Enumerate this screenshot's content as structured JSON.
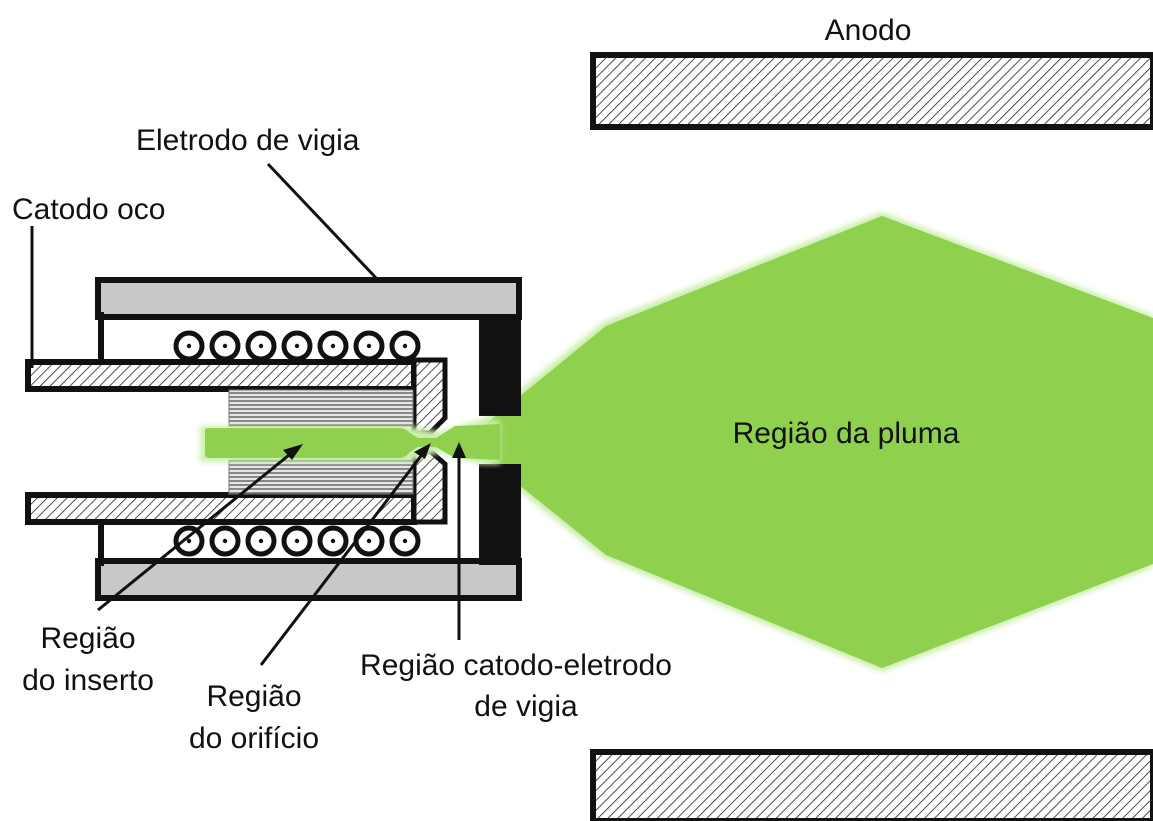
{
  "labels": {
    "anode": "Anodo",
    "keeper_electrode": "Eletrodo de vigia",
    "hollow_cathode": "Catodo oco",
    "plume_region": "Região da pluma",
    "insert_region_line1": "Região",
    "insert_region_line2": "do inserto",
    "orifice_region_line1": "Região",
    "orifice_region_line2": "do orifício",
    "cathode_keeper_region_line1": "Região catodo-eletrodo",
    "cathode_keeper_region_line2": "de vigia"
  },
  "colors": {
    "plasma": "#8fd14f",
    "plasma_glow": "#d7f2bd",
    "keeper_fill": "#c8c8c8",
    "outline": "#111111",
    "insert_fill": "#b4b4b4"
  }
}
